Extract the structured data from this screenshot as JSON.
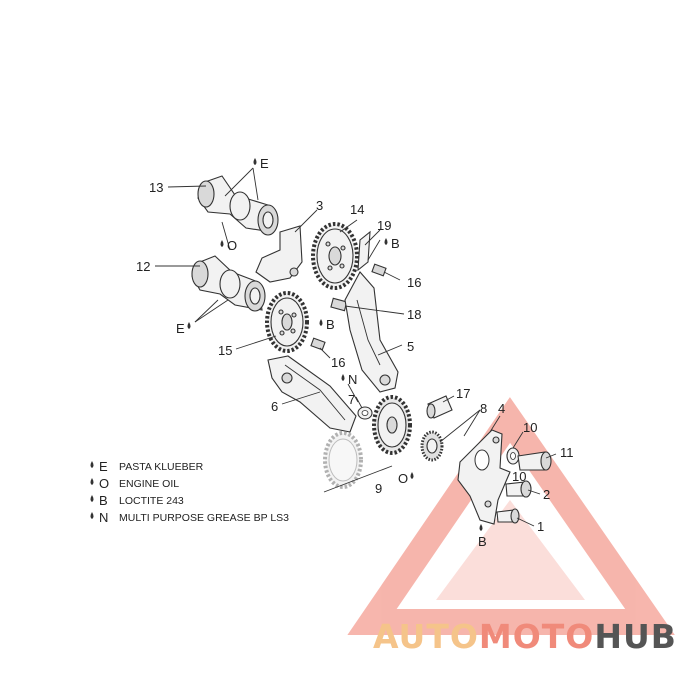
{
  "parts": {
    "p1": "1",
    "p2": "2",
    "p3": "3",
    "p4": "4",
    "p5": "5",
    "p6": "6",
    "p7": "7",
    "p8": "8",
    "p9": "9",
    "p10": "10",
    "p11": "11",
    "p12": "12",
    "p13": "13",
    "p14": "14",
    "p15": "15",
    "p16a": "16",
    "p16b": "16",
    "p17": "17",
    "p18": "18",
    "p19": "19"
  },
  "symbols": {
    "e_top": "E",
    "o_mid": "O",
    "e_bottom": "E",
    "b_upper": "B",
    "b_mid": "B",
    "n_mid": "N",
    "o_low": "O",
    "b_low": "B"
  },
  "legend": [
    {
      "key": "E",
      "text": "PASTA KLUEBER"
    },
    {
      "key": "O",
      "text": "ENGINE OIL"
    },
    {
      "key": "B",
      "text": "LOCTITE 243"
    },
    {
      "key": "N",
      "text": "MULTI PURPOSE GREASE BP LS3"
    }
  ],
  "watermark": {
    "part1": "AUTO",
    "part2": "MOTO",
    "part3": "HUB",
    "colors": {
      "auto": "#f5c48a",
      "moto": "#f08a7a",
      "hub": "#555555",
      "triangle": "#f07a6a"
    }
  }
}
